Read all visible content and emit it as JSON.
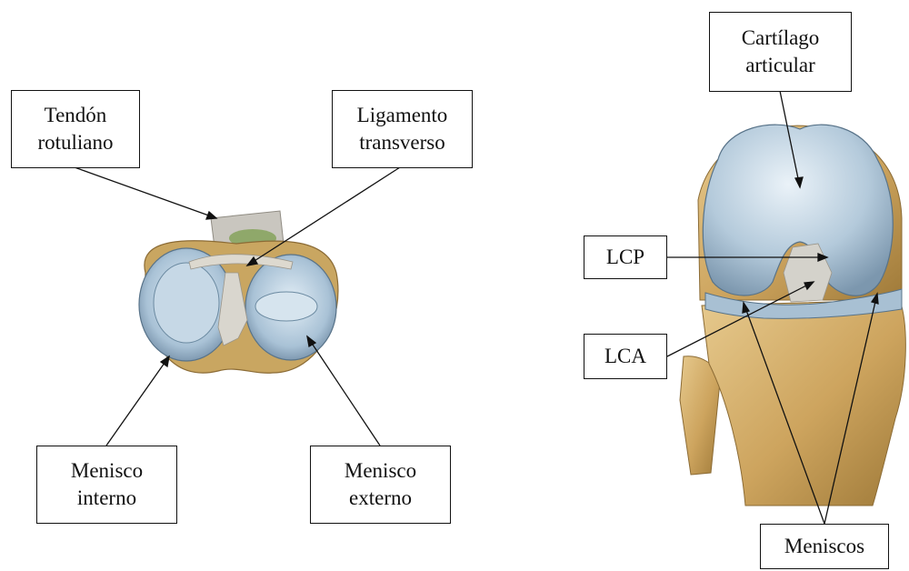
{
  "labels": {
    "tendon_rotuliano": "Tendón\nrotuliano",
    "ligamento_transverso": "Ligamento\ntransverso",
    "menisco_interno": "Menisco\ninterno",
    "menisco_externo": "Menisco\nexterno",
    "cartilago_articular": "Cartílago\narticular",
    "lcp": "LCP",
    "lca": "LCA",
    "meniscos": "Meniscos"
  },
  "colors": {
    "cartilage": "#a9c2d6",
    "cartilage_light": "#dbe8f1",
    "bone": "#d2b06e",
    "bone_dark": "#a9843f",
    "ligament": "#d8d8d0",
    "leader_line": "#111111"
  }
}
